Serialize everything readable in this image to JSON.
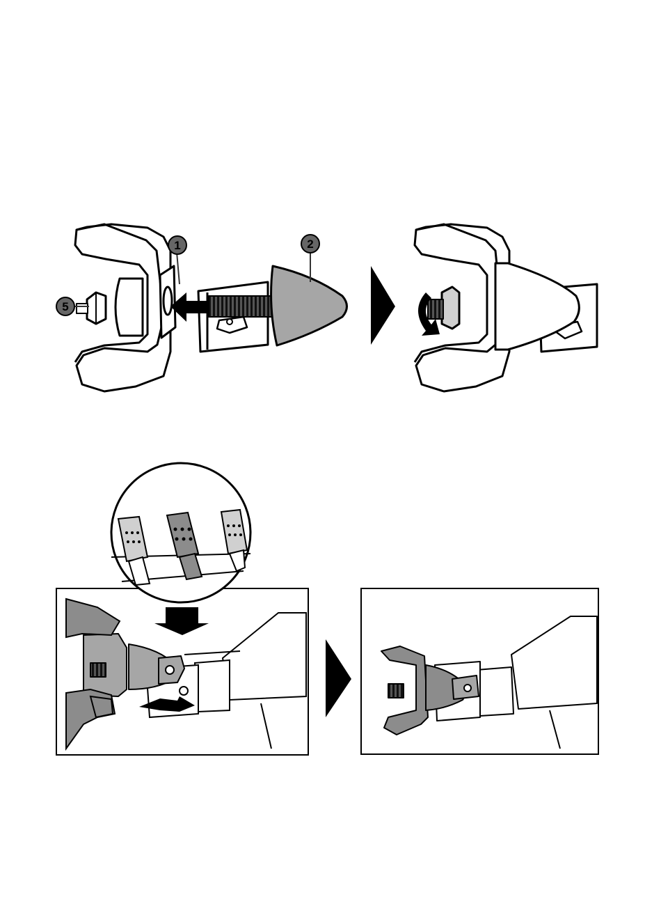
{
  "callouts": {
    "one": "1",
    "two": "2",
    "five": "5"
  },
  "colors": {
    "ink": "#000000",
    "metal_grey": "#a6a6a6",
    "light_grey": "#d0d0d0",
    "hand_grey": "#8c8c8c",
    "paper": "#ffffff"
  },
  "icons": {
    "step_arrow": "black-triangle-right",
    "insert_arrow": "arrow-left",
    "push_arrow": "arrow-down",
    "tighten_arrow": "rotate-arrow"
  }
}
